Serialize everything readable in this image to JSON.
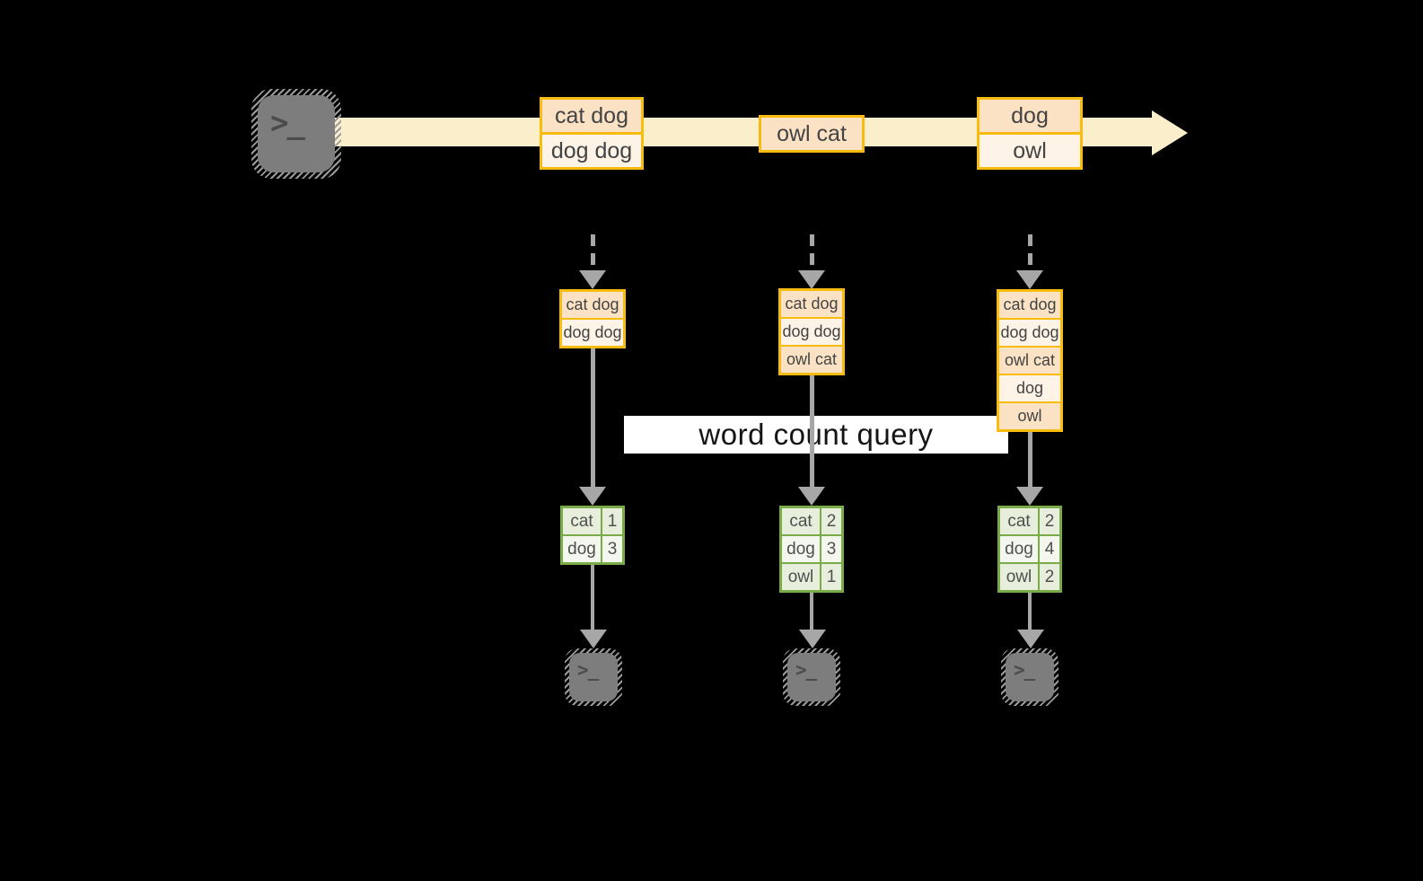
{
  "banner": {
    "label": "word count query"
  },
  "terminal_glyph": ">_",
  "source": {
    "icon": "terminal-icon"
  },
  "stream_records": [
    {
      "rows": [
        "cat dog",
        "dog dog"
      ]
    },
    {
      "rows": [
        "owl cat"
      ]
    },
    {
      "rows": [
        "dog",
        "owl"
      ]
    }
  ],
  "pipelines": [
    {
      "state_rows": [
        "cat dog",
        "dog dog"
      ],
      "counts": [
        [
          "cat",
          "1"
        ],
        [
          "dog",
          "3"
        ]
      ],
      "sink_icon": "terminal-icon"
    },
    {
      "state_rows": [
        "cat dog",
        "dog dog",
        "owl cat"
      ],
      "counts": [
        [
          "cat",
          "2"
        ],
        [
          "dog",
          "3"
        ],
        [
          "owl",
          "1"
        ]
      ],
      "sink_icon": "terminal-icon"
    },
    {
      "state_rows": [
        "cat dog",
        "dog dog",
        "owl cat",
        "dog",
        "owl"
      ],
      "counts": [
        [
          "cat",
          "2"
        ],
        [
          "dog",
          "4"
        ],
        [
          "owl",
          "2"
        ]
      ],
      "sink_icon": "terminal-icon"
    }
  ],
  "colors": {
    "background": "#000000",
    "stream": "#FBEFCB",
    "orange": "#F8BC0F",
    "record_fill_a": "#FBE2C4",
    "record_fill_b": "#FDF3E6",
    "green": "#79AC48",
    "table_fill_a": "#E7EFDC",
    "table_fill_b": "#F3F7EE",
    "arrow": "#A7A7A7",
    "banner_bg": "#FFFFFF",
    "terminal_body": "#7D7D7D",
    "hatch": "#9B9B9B",
    "ink": "#434343"
  }
}
